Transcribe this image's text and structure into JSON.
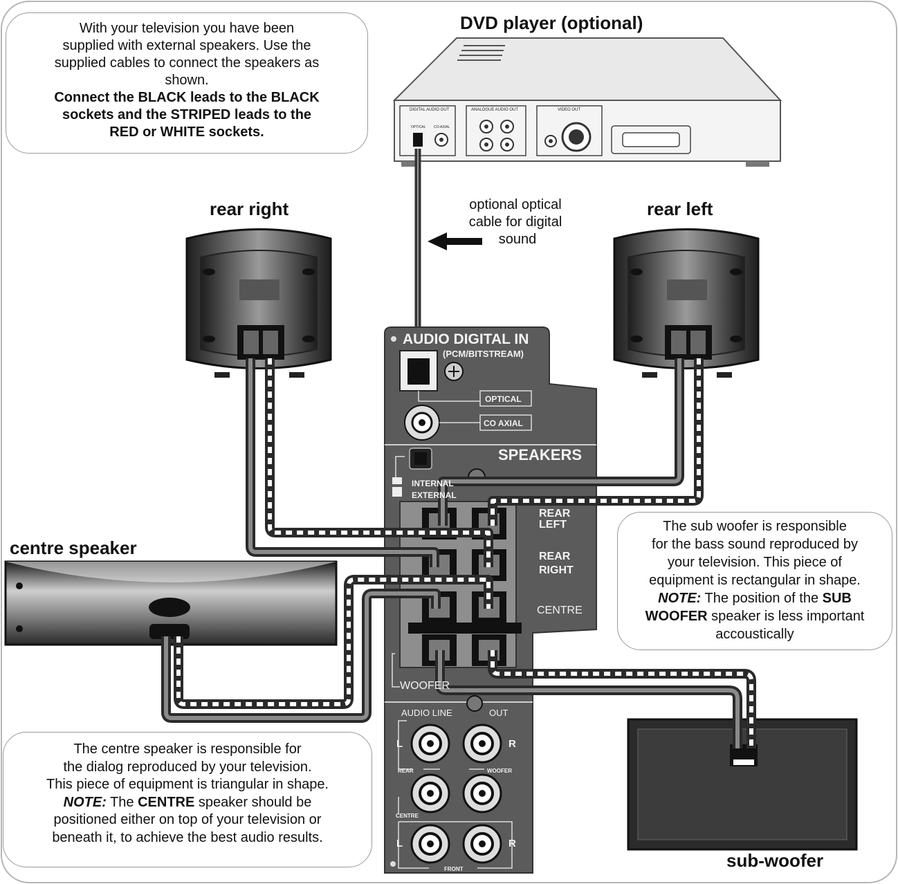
{
  "notes": {
    "top_left": {
      "line1": "With your television you have been",
      "line2": "supplied with external speakers. Use the",
      "line3": "supplied cables to connect the speakers as",
      "line4": "shown.",
      "bold1": "Connect the BLACK leads to the BLACK",
      "bold2": "sockets  and the STRIPED leads to the",
      "bold3": "RED or WHITE sockets."
    },
    "sub_woofer": {
      "line1": "The sub woofer is responsible",
      "line2": "for the bass sound reproduced by",
      "line3": "your television. This piece of",
      "line4": "equipment is rectangular in shape.",
      "note_label": "NOTE:",
      "line5_mid": " The position of the ",
      "bold_sub": "SUB",
      "bold_woofer": "WOOFER",
      "line6_rest": " speaker is less important",
      "line7": "accoustically"
    },
    "centre": {
      "line1": "The centre speaker is responsible for",
      "line2": "the dialog reproduced by your television.",
      "line3": "This piece of equipment is triangular in shape.",
      "note_label": "NOTE:",
      "line4_mid": " The ",
      "bold_centre": "CENTRE",
      "line4_rest": " speaker should be",
      "line5": "positioned either on top of your television or",
      "line6": "beneath it, to achieve the best audio results."
    },
    "optical_cable": {
      "line1": "optional optical",
      "line2": "cable for digital",
      "line3": "sound"
    }
  },
  "headings": {
    "dvd": "DVD player (optional)",
    "rear_right": "rear right",
    "rear_left": "rear left",
    "centre_speaker": "centre speaker",
    "sub_woofer": "sub-woofer"
  },
  "dvd_panel": {
    "digital_audio_out": "DIGITAL AUDIO OUT",
    "optical": "OPTICAL",
    "coaxial": "CO-AXIAL",
    "analogue_audio_out": "ANALOGUE AUDIO OUT",
    "video_out": "VIDEO OUT"
  },
  "tv_panel": {
    "audio_digital_in": "AUDIO DIGITAL IN",
    "pcm_bitstream": "(PCM/BITSTREAM)",
    "optical": "OPTICAL",
    "coaxial": "CO AXIAL",
    "speakers": "SPEAKERS",
    "internal": "INTERNAL",
    "external": "EXTERNAL",
    "rear_left_1": "REAR",
    "rear_left_2": "LEFT",
    "rear_right_1": "REAR",
    "rear_right_2": "RIGHT",
    "centre": "CENTRE",
    "woofer": "WOOFER",
    "audio_line": "AUDIO LINE",
    "out": "OUT",
    "l": "L",
    "r": "R",
    "rear": "REAR",
    "woofer_small": "WOOFER",
    "centre_small": "CENTRE",
    "front": "FRONT"
  },
  "colors": {
    "device_dark": "#2b2b2b",
    "panel_gray": "#555555",
    "cable_black": "#3a3a3a"
  }
}
